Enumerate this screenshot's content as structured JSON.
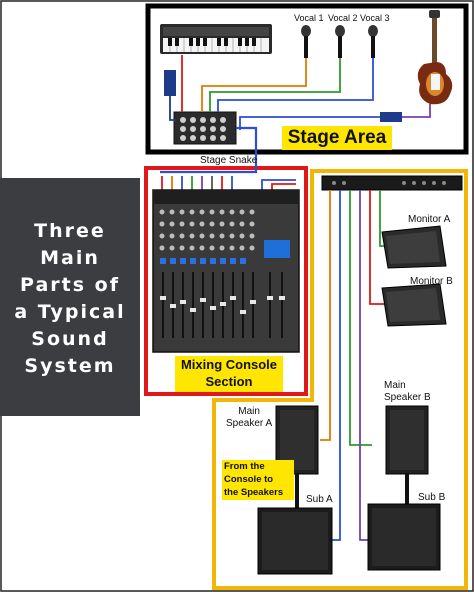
{
  "sidebar": {
    "title_lines": [
      "Three",
      "Main",
      "Parts of",
      "a Typical",
      "Sound",
      "System"
    ]
  },
  "sections": {
    "stage_area": "Stage Area",
    "mixing_console_lines": [
      "Mixing Console",
      "Section"
    ],
    "console_to_speakers_lines": [
      "From the",
      "Console to",
      "the Speakers"
    ]
  },
  "labels": {
    "vocal_1": "Vocal 1",
    "vocal_2": "Vocal 2",
    "vocal_3": "Vocal 3",
    "stage_snake": "Stage Snake",
    "monitor_a": "Monitor A",
    "monitor_b": "Monitor B",
    "main_speaker_a_lines": [
      "Main",
      "Speaker A"
    ],
    "main_speaker_b_lines": [
      "Main",
      "Speaker B"
    ],
    "sub_a": "Sub A",
    "sub_b": "Sub B"
  },
  "colors": {
    "stage_border": "#000000",
    "mixing_border": "#e11818",
    "speakers_border": "#f2b705",
    "label_highlight": "#ffe600",
    "sidebar_background": "#3b3d40",
    "cable_red": "#e11818",
    "cable_blue": "#2b4fd8",
    "cable_orange": "#e07b00",
    "cable_green": "#2e9a2e",
    "cable_purple": "#7a3fb0"
  },
  "icons": [
    "keyboard-icon",
    "microphone-icon",
    "guitar-icon",
    "di-box-icon",
    "stage-box-icon",
    "mixing-console-icon",
    "equalizer-rack-icon",
    "monitor-wedge-icon",
    "main-speaker-icon",
    "subwoofer-icon"
  ]
}
